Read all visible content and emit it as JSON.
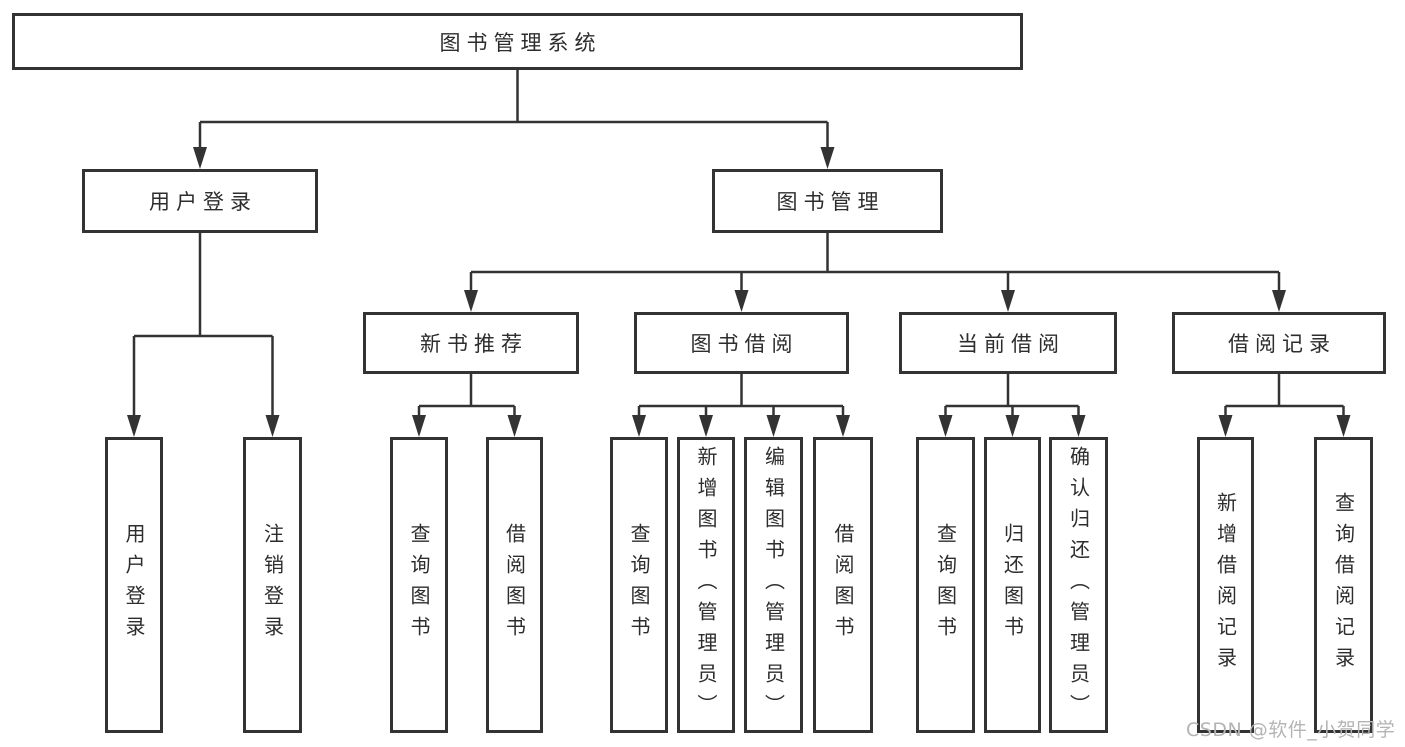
{
  "diagram": {
    "root": {
      "label": "图书管理系统"
    },
    "branches": [
      {
        "label": "用户登录",
        "children": [
          {
            "label": "用户登录"
          },
          {
            "label": "注销登录"
          }
        ]
      },
      {
        "label": "图书管理",
        "children": [
          {
            "label": "新书推荐",
            "children": [
              {
                "label": "查询图书"
              },
              {
                "label": "借阅图书"
              }
            ]
          },
          {
            "label": "图书借阅",
            "children": [
              {
                "label": "查询图书"
              },
              {
                "label": "新增图书（管理员）"
              },
              {
                "label": "编辑图书（管理员）"
              },
              {
                "label": "借阅图书"
              }
            ]
          },
          {
            "label": "当前借阅",
            "children": [
              {
                "label": "查询图书"
              },
              {
                "label": "归还图书"
              },
              {
                "label": "确认归还（管理员）"
              }
            ]
          },
          {
            "label": "借阅记录",
            "children": [
              {
                "label": "新增借阅记录"
              },
              {
                "label": "查询借阅记录"
              }
            ]
          }
        ]
      }
    ]
  },
  "watermark": {
    "text": "CSDN @软件_小贺同学"
  },
  "colors": {
    "line": "#333333",
    "box_border": "#333333",
    "text": "#2d2d2d",
    "watermark": "#b4b4b4",
    "background": "#ffffff"
  }
}
